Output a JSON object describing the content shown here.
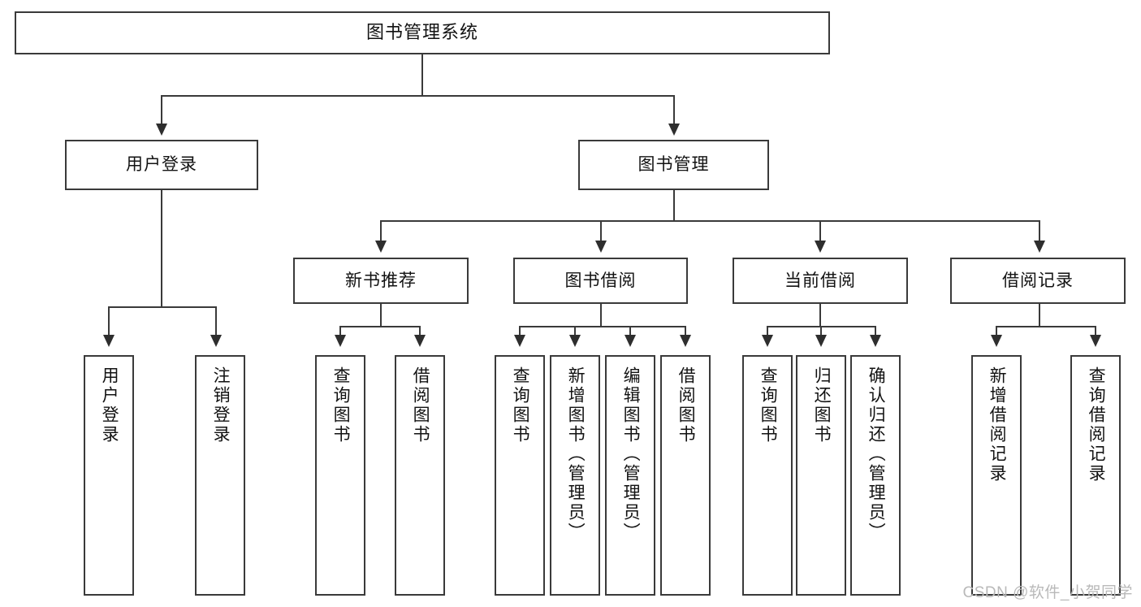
{
  "diagram": {
    "type": "tree",
    "title": "图书管理系统",
    "watermark": "CSDN @软件_小贺同学",
    "colors": {
      "box_border": "#3a3a3a",
      "box_fill": "#ffffff",
      "connector": "#3a3a3a",
      "text": "#121212",
      "watermark": "#b9b9b9",
      "background": "#ffffff"
    },
    "levels": 3,
    "root": {
      "label": "图书管理系统"
    },
    "level1": [
      {
        "label": "用户登录"
      },
      {
        "label": "图书管理"
      }
    ],
    "level2": [
      {
        "label": "新书推荐",
        "parent": "图书管理"
      },
      {
        "label": "图书借阅",
        "parent": "图书管理"
      },
      {
        "label": "当前借阅",
        "parent": "图书管理"
      },
      {
        "label": "借阅记录",
        "parent": "图书管理"
      }
    ],
    "leaves": {
      "user_login": [
        {
          "label": "用户登录"
        },
        {
          "label": "注销登录"
        }
      ],
      "new_book_recommend": [
        {
          "label": "查询图书"
        },
        {
          "label": "借阅图书"
        }
      ],
      "book_borrow": [
        {
          "label": "查询图书"
        },
        {
          "label": "新增图书（管理员）"
        },
        {
          "label": "编辑图书（管理员）"
        },
        {
          "label": "借阅图书"
        }
      ],
      "current_borrow": [
        {
          "label": "查询图书"
        },
        {
          "label": "归还图书"
        },
        {
          "label": "确认归还（管理员）"
        }
      ],
      "borrow_record": [
        {
          "label": "新增借阅记录"
        },
        {
          "label": "查询借阅记录"
        }
      ]
    }
  }
}
